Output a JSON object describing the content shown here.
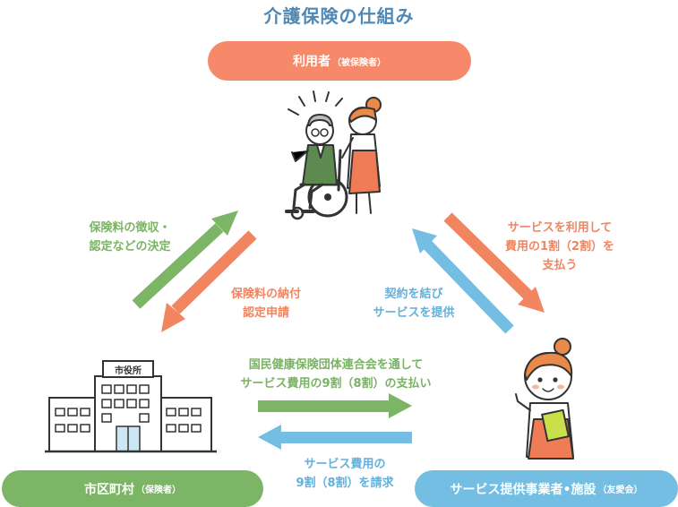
{
  "title": "介護保険の仕組み",
  "nodes": {
    "user": {
      "label": "利用者",
      "sub": "（被保険者）"
    },
    "city": {
      "label": "市区町村",
      "sub": "（保険者）"
    },
    "provider": {
      "label": "サービス提供事業者•施設",
      "sub": "（友愛会）"
    },
    "building_sign": "市役所"
  },
  "flows": {
    "city_to_user": [
      "保険料の徴収・",
      "認定などの決定"
    ],
    "user_to_city": [
      "保険料の納付",
      "認定申請"
    ],
    "provider_to_user": [
      "契約を結び",
      "サービスを提供"
    ],
    "user_to_provider": [
      "サービスを利用して",
      "費用の1割（2割）を",
      "支払う"
    ],
    "city_to_provider": [
      "国民健康保険団体連合会を通して",
      "サービス費用の9割（8割）の支払い"
    ],
    "provider_to_city": [
      "サービス費用の",
      "9割（8割）を請求"
    ]
  },
  "colors": {
    "title": "#4f88b5",
    "user": "#f5896a",
    "city": "#7cb566",
    "provider": "#74bde3"
  }
}
